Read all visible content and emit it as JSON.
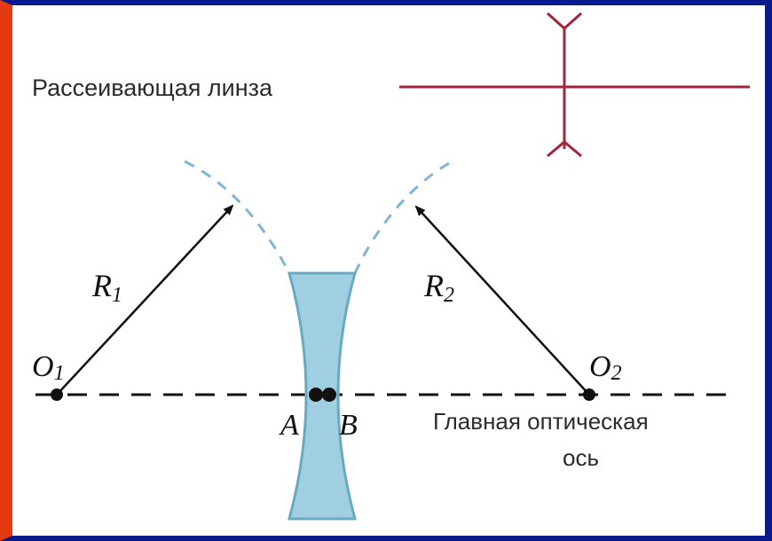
{
  "title_label": "Рассеивающая линза",
  "axis_label": {
    "line1": "Главная оптическая",
    "line2": "ось"
  },
  "points": {
    "o1": "O",
    "o1_sub": "1",
    "o2": "O",
    "o2_sub": "2",
    "a": "A",
    "b": "B"
  },
  "radii": {
    "r1": "R",
    "r1_sub": "1",
    "r2": "R",
    "r2_sub": "2"
  },
  "colors": {
    "frame_blue": "#0a1a8c",
    "frame_red": "#e33a12",
    "symbol": "#a3253a",
    "lens_fill": "#9fcfe0",
    "lens_stroke": "#6aa9c4",
    "arc_dash": "#7fb6d6",
    "ink": "#111111"
  },
  "icons": {
    "diverging_lens_symbol": "diverging-lens-symbol-icon"
  }
}
